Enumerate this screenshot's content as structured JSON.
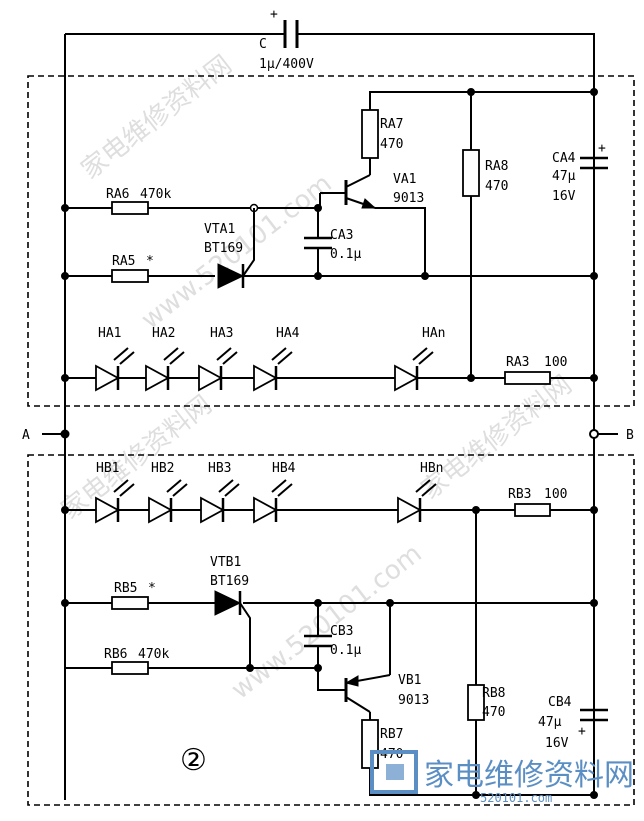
{
  "top": {
    "cap_c": {
      "name": "C",
      "value": "1μ/400V"
    }
  },
  "terminals": {
    "a": "A",
    "b": "B"
  },
  "circuit_a": {
    "ra7": {
      "name": "RA7",
      "value": "470"
    },
    "ra8": {
      "name": "RA8",
      "value": "470"
    },
    "ra6": {
      "name": "RA6",
      "value": "470k"
    },
    "ra5": {
      "name": "RA5",
      "value": "*"
    },
    "ra3": {
      "name": "RA3",
      "value": "100"
    },
    "va1": {
      "name": "VA1",
      "value": "9013"
    },
    "vta1": {
      "name": "VTA1",
      "value": "BT169"
    },
    "ca3": {
      "name": "CA3",
      "value": "0.1μ"
    },
    "ca4": {
      "name": "CA4",
      "value": "47μ",
      "rating": "16V"
    },
    "leds": [
      "HA1",
      "HA2",
      "HA3",
      "HA4",
      "HAn"
    ]
  },
  "circuit_b": {
    "rb3": {
      "name": "RB3",
      "value": "100"
    },
    "rb5": {
      "name": "RB5",
      "value": "*"
    },
    "rb6": {
      "name": "RB6",
      "value": "470k"
    },
    "rb7": {
      "name": "RB7",
      "value": "470"
    },
    "rb8": {
      "name": "RB8",
      "value": "470"
    },
    "vb1": {
      "name": "VB1",
      "value": "9013"
    },
    "vtb1": {
      "name": "VTB1",
      "value": "BT169"
    },
    "cb3": {
      "name": "CB3",
      "value": "0.1μ"
    },
    "cb4": {
      "name": "CB4",
      "value": "47μ",
      "rating": "16V"
    },
    "leds": [
      "HB1",
      "HB2",
      "HB3",
      "HB4",
      "HBn"
    ]
  },
  "figure_number": "②",
  "watermark": {
    "chinese": "家电维修资料网",
    "site": "www.520101.com",
    "logo_text": "家电维修资料网",
    "logo_url": "520101.com"
  }
}
